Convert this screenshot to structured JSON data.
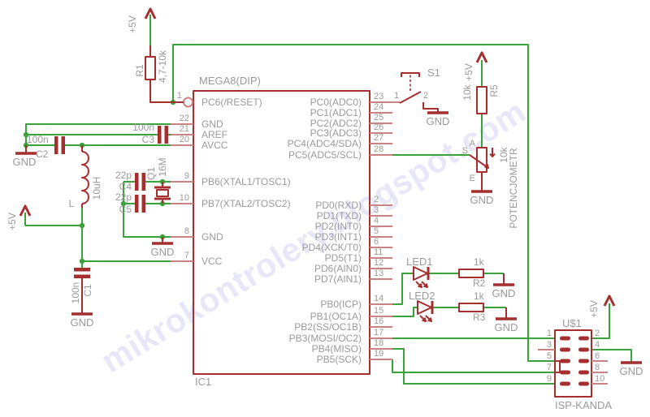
{
  "watermark": "mikrokontrolery.blogspot.com",
  "power": {
    "vcc": "+5V",
    "gnd": "GND"
  },
  "ic": {
    "title": "MEGA8(DIP)",
    "refdes": "IC1",
    "left_pins": [
      {
        "num": "1",
        "name": "PC6(/RESET)"
      },
      {
        "num": "22",
        "name": "GND"
      },
      {
        "num": "21",
        "name": "AREF"
      },
      {
        "num": "20",
        "name": "AVCC"
      },
      {
        "num": "9",
        "name": "PB6(XTAL1/TOSC1)"
      },
      {
        "num": "10",
        "name": "PB7(XTAL2/TOSC2)"
      },
      {
        "num": "8",
        "name": "GND"
      },
      {
        "num": "7",
        "name": "VCC"
      }
    ],
    "right_pins": [
      {
        "num": "23",
        "name": "PC0(ADC0)"
      },
      {
        "num": "24",
        "name": "PC1(ADC1)"
      },
      {
        "num": "25",
        "name": "PC2(ADC2)"
      },
      {
        "num": "26",
        "name": "PC3(ADC3)"
      },
      {
        "num": "27",
        "name": "PC4(ADC4/SDA)"
      },
      {
        "num": "28",
        "name": "PC5(ADC5/SCL)"
      },
      {
        "num": "2",
        "name": "PD0(RXD)"
      },
      {
        "num": "3",
        "name": "PD1(TXD)"
      },
      {
        "num": "4",
        "name": "PD2(INT0)"
      },
      {
        "num": "5",
        "name": "PD3(INT1)"
      },
      {
        "num": "6",
        "name": "PD4(XCK/T0)"
      },
      {
        "num": "11",
        "name": "PD5(T1)"
      },
      {
        "num": "12",
        "name": "PD6(AIN0)"
      },
      {
        "num": "13",
        "name": "PD7(AIN1)"
      },
      {
        "num": "14",
        "name": "PB0(ICP)"
      },
      {
        "num": "15",
        "name": "PB1(OC1A)"
      },
      {
        "num": "16",
        "name": "PB2(SS/OC1B)"
      },
      {
        "num": "17",
        "name": "PB3(MOSI/OC2)"
      },
      {
        "num": "18",
        "name": "PB4(MISO)"
      },
      {
        "num": "19",
        "name": "PB5(SCK)"
      }
    ]
  },
  "components": {
    "r1": {
      "name": "R1",
      "value": "4,7-10k"
    },
    "r2": {
      "name": "R2",
      "value": "1k"
    },
    "r3": {
      "name": "R3",
      "value": "1k"
    },
    "r5": {
      "name": "R5",
      "value": "10k"
    },
    "pot": {
      "value": "10k",
      "label": "POTENCJOMETR",
      "pin_a": "A",
      "pin_s": "S",
      "pin_e": "E"
    },
    "c1": {
      "name": "C1",
      "value": "100n"
    },
    "c2": {
      "name": "C2",
      "value": "100n"
    },
    "c3": {
      "name": "C3",
      "value": "100n"
    },
    "c4": {
      "name": "C4",
      "value": "22p"
    },
    "c5": {
      "name": "C5",
      "value": "22p"
    },
    "q1": {
      "name": "Q1",
      "value": "16M"
    },
    "l1": {
      "name": "L",
      "value": "10uH"
    },
    "led1": {
      "name": "LED1"
    },
    "led2": {
      "name": "LED2"
    },
    "s1": {
      "name": "S1",
      "pin1": "1",
      "pin2": "2"
    }
  },
  "isp": {
    "refdes": "U$1",
    "label": "ISP-KANDA",
    "left_pins": [
      "1",
      "3",
      "5",
      "7",
      "9"
    ],
    "right_pins": [
      "2",
      "4",
      "6",
      "8",
      "10"
    ]
  },
  "colors": {
    "wire": "#3aa23a",
    "component": "#a52f2f",
    "pin_stub": "#c98383",
    "label_text": "#9a9a9a",
    "watermark": "#e7e7f8"
  }
}
